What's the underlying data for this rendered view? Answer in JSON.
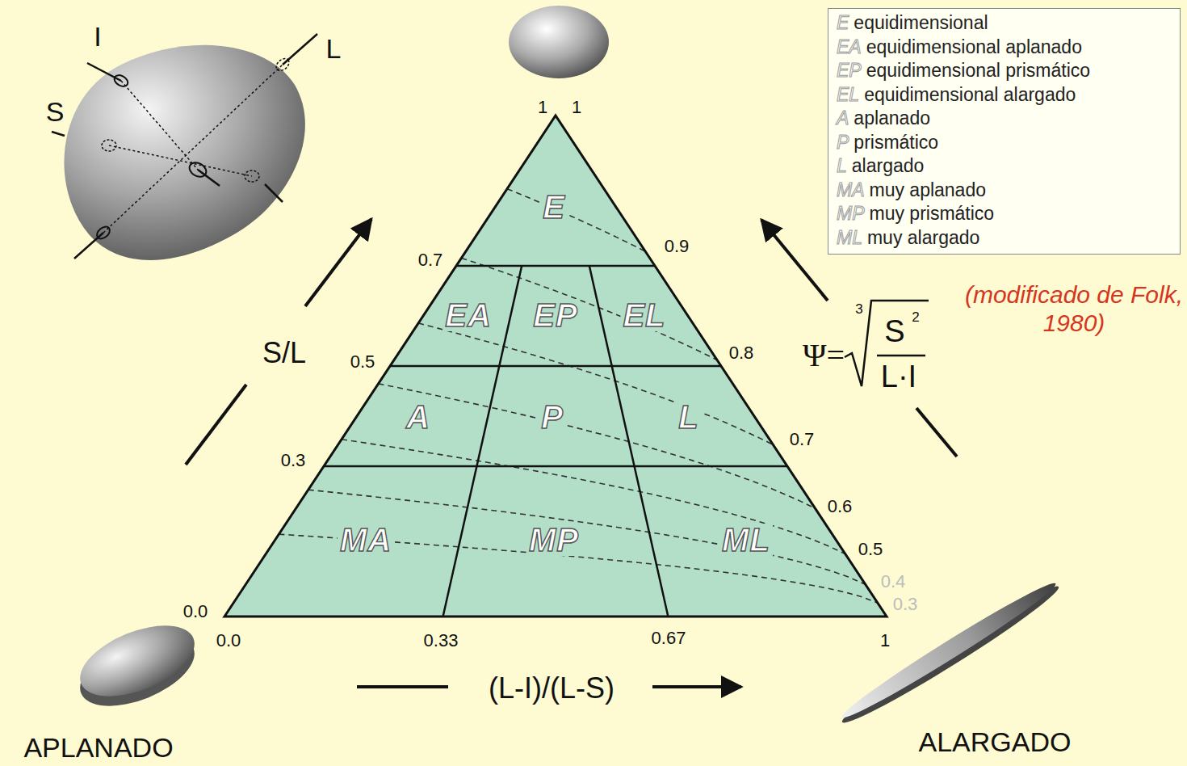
{
  "diagram": {
    "labels": [
      "I",
      "L",
      "S",
      "1",
      "1",
      "0.7",
      "0.5",
      "0.3",
      "0.0",
      "0.0",
      "0.33",
      "0.67",
      "1",
      "0.9",
      "0.8",
      "0.7",
      "0.6",
      "0.5",
      "0.4",
      "0.3",
      "S/L",
      "(L-I)/(L-S)",
      "Ψ=",
      "3",
      "S",
      "2",
      "L·I",
      "APLANADO",
      "ALARGADO",
      "(modificado de Folk, 1980)",
      "E",
      "EA",
      "EP",
      "EL",
      "A",
      "P",
      "L",
      "MA",
      "MP",
      "ML",
      "E",
      "EA",
      "EP",
      "EL",
      "A",
      "P",
      "L",
      "MA",
      "MP",
      "ML"
    ],
    "legend": [
      {
        "text": "equidimensional"
      },
      {
        "text": "equidimensional aplanado"
      },
      {
        "text": "equidimensional prismático"
      },
      {
        "text": "equidimensional alargado"
      },
      {
        "text": "aplanado"
      },
      {
        "text": "prismático"
      },
      {
        "text": "alargado"
      },
      {
        "text": "muy aplanado"
      },
      {
        "text": "muy prismático"
      },
      {
        "text": "muy alargado"
      }
    ]
  }
}
